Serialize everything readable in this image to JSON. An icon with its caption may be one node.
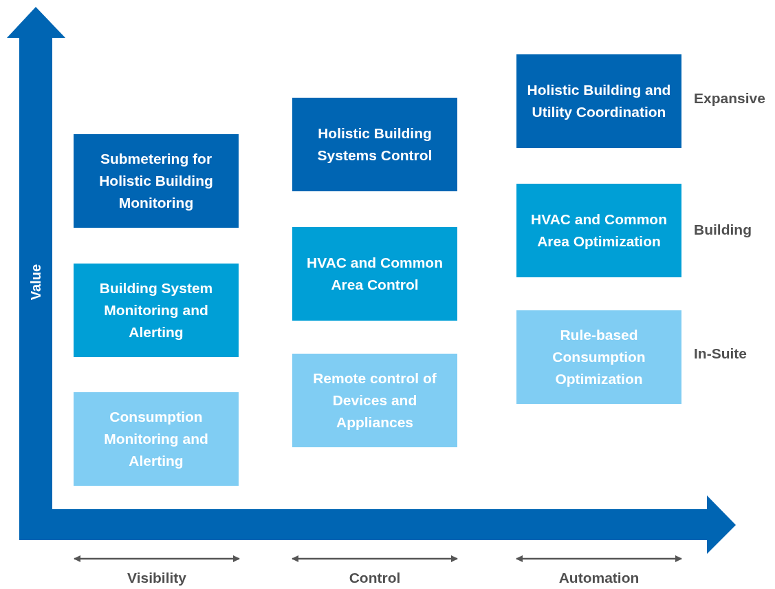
{
  "diagram": {
    "nodes": [
      {
        "text": [
          "Submetering for Holistic Building Monitoring"
        ]
      },
      {
        "text": [
          "Building System Monitoring and Alerting"
        ]
      },
      {
        "text": [
          "Consumption Monitoring and Alerting"
        ]
      },
      {
        "text": [
          "Holistic Building Systems Control"
        ]
      },
      {
        "text": [
          "HVAC and Common Area Control"
        ]
      },
      {
        "text": [
          "Remote control of Devices and Appliances"
        ]
      },
      {
        "text": [
          "Holistic Building and Utility Coordination"
        ]
      },
      {
        "text": [
          "HVAC and Common Area Optimization"
        ]
      },
      {
        "text": [
          "Rule-based Consumption Optimization"
        ]
      }
    ],
    "edges": [],
    "labels": [
      "Expansive",
      "Building",
      "In-Suite",
      "Value",
      "Visibility",
      "Control",
      "Automation"
    ]
  }
}
